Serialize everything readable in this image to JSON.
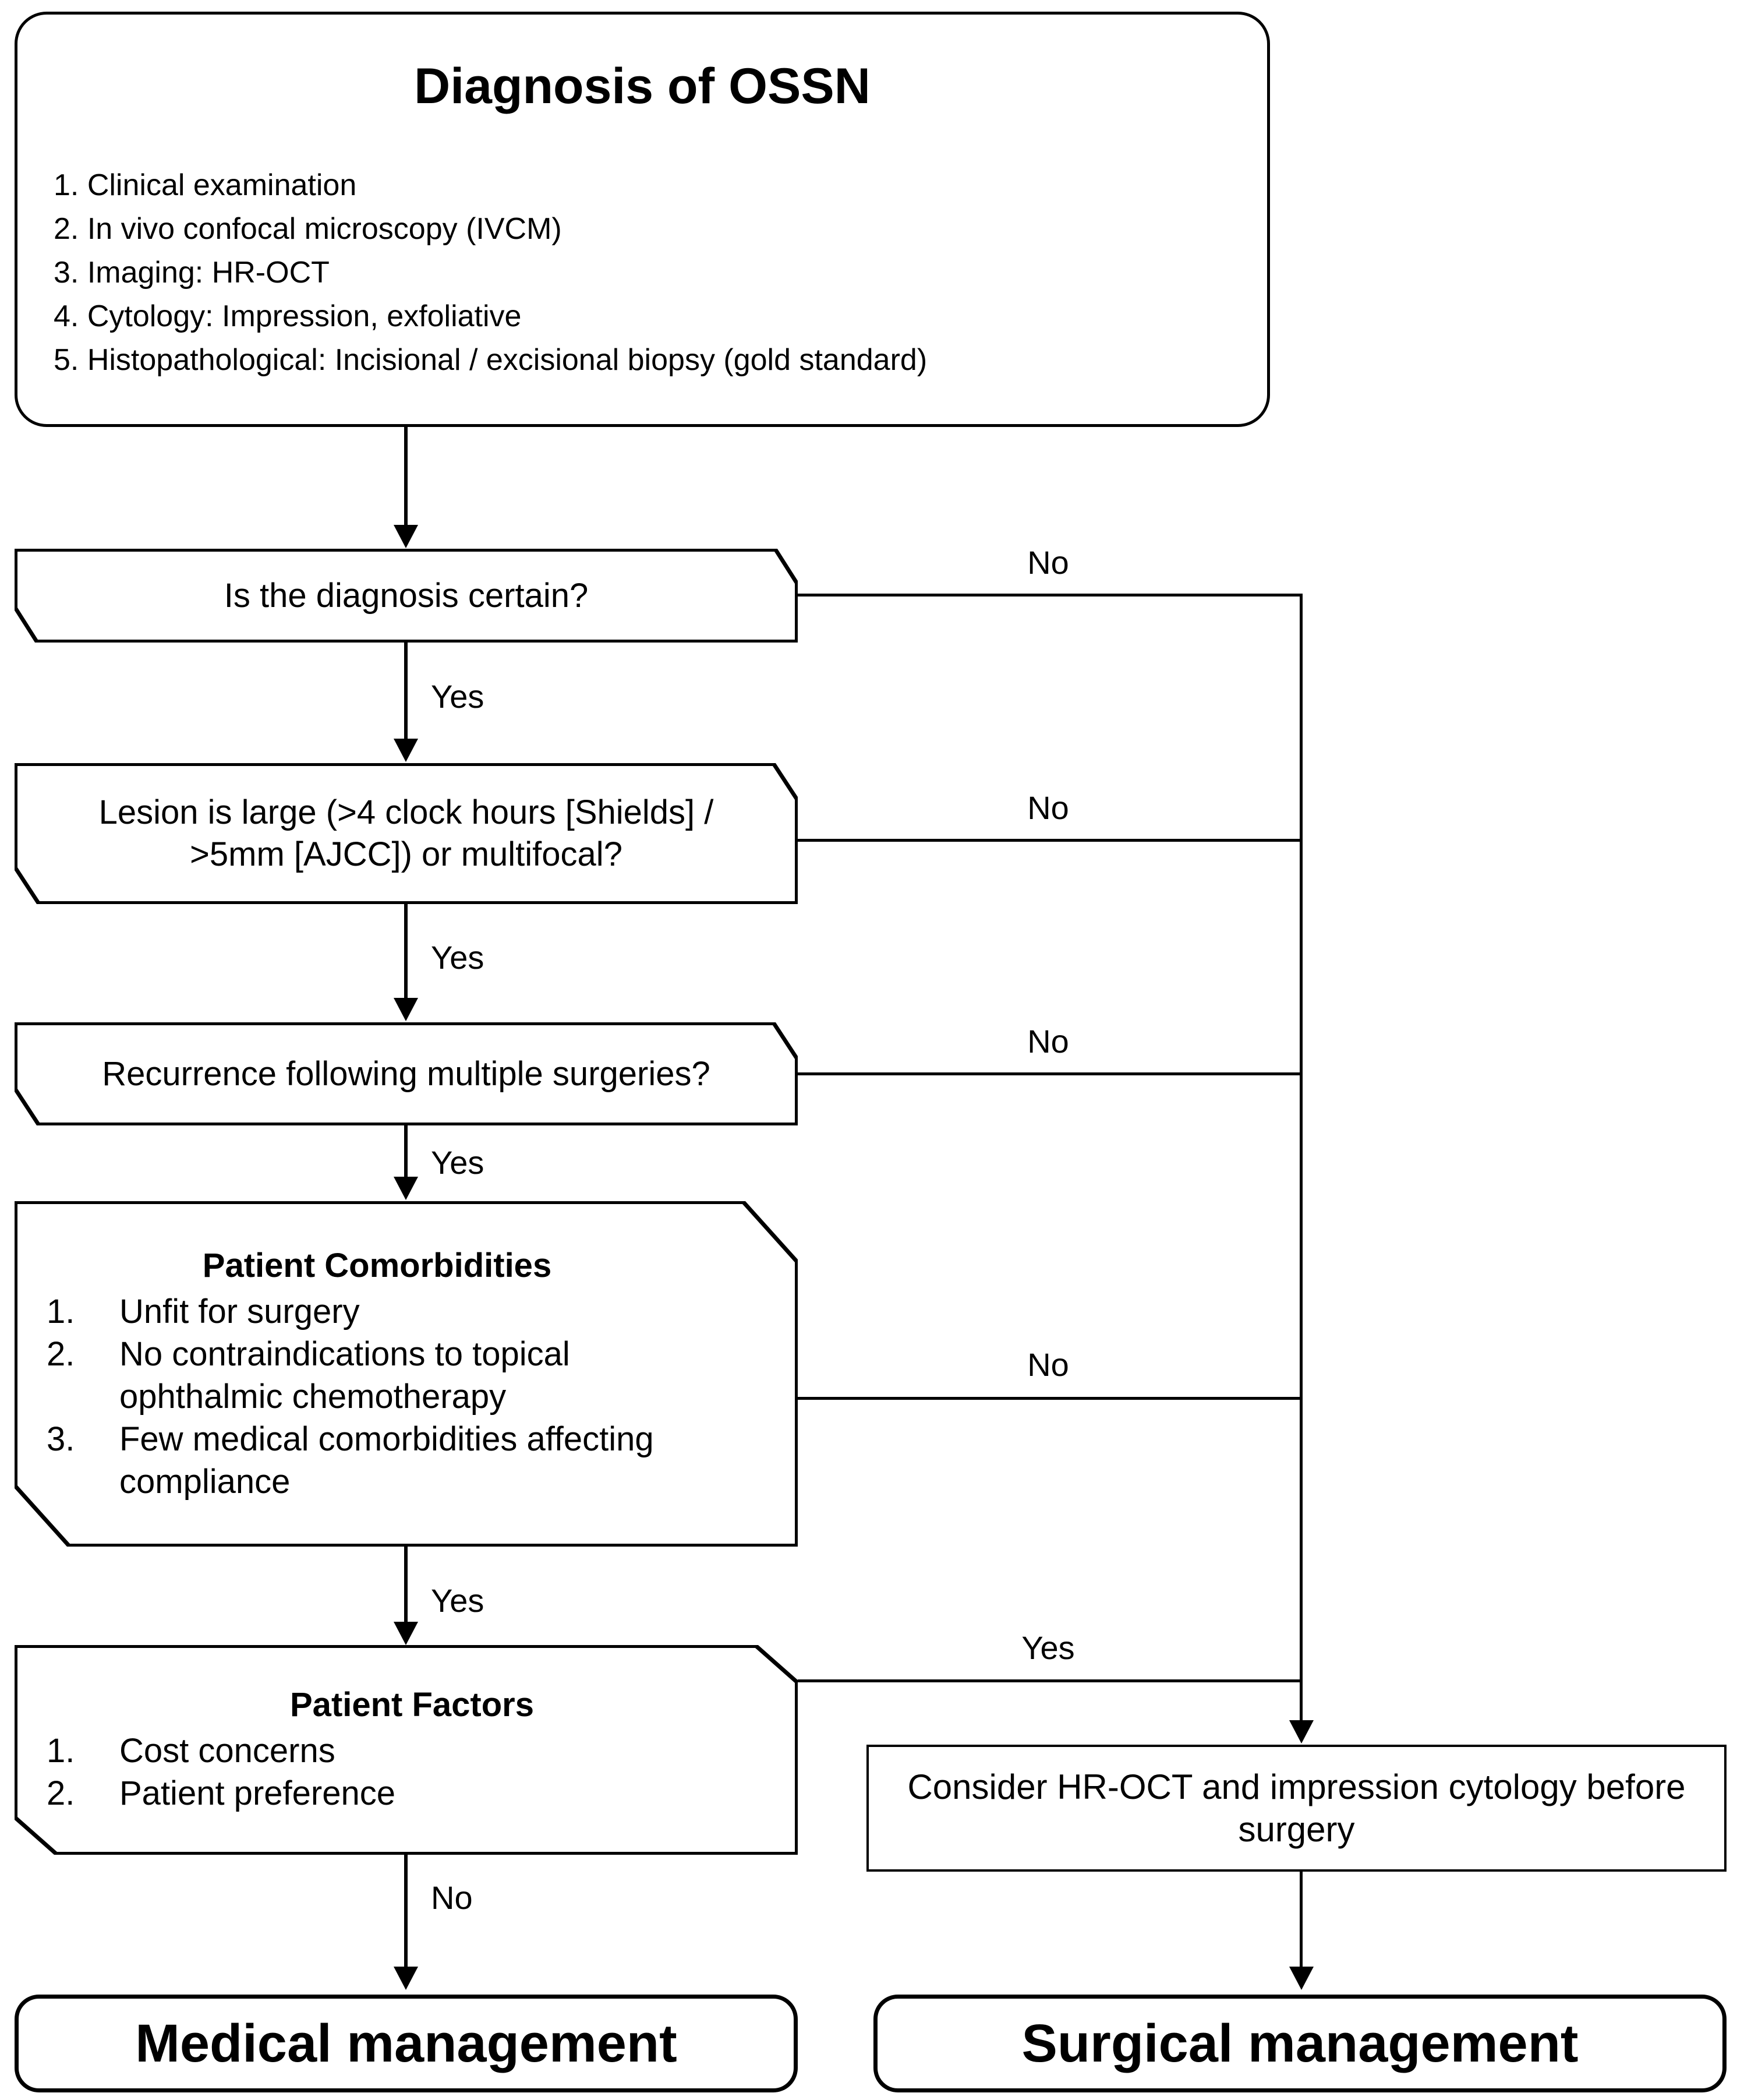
{
  "page": {
    "background": "#ffffff",
    "line_color": "#000000"
  },
  "diagnosis_box": {
    "title": "Diagnosis of OSSN",
    "items": [
      "1. Clinical examination",
      "2. In vivo confocal microscopy (IVCM)",
      "3. Imaging: HR-OCT",
      "4. Cytology: Impression, exfoliative",
      "5. Histopathological: Incisional / excisional biopsy (gold standard)"
    ]
  },
  "decision_certain": {
    "lines": [
      "Is the diagnosis certain?"
    ]
  },
  "decision_large": {
    "lines": [
      "Lesion is large (>4 clock hours [Shields] /",
      ">5mm [AJCC]) or multifocal?"
    ]
  },
  "decision_recurrence": {
    "lines": [
      "Recurrence following multiple surgeries?"
    ]
  },
  "comorbidities_box": {
    "title": "Patient Comorbidities",
    "items": [
      {
        "num": "1.",
        "lines": [
          "Unfit for surgery",
          ""
        ]
      },
      {
        "num": "2.",
        "lines": [
          "No contraindications to topical",
          "ophthalmic chemotherapy"
        ]
      },
      {
        "num": "3.",
        "lines": [
          "Few medical comorbidities affecting",
          "compliance"
        ]
      }
    ]
  },
  "factors_box": {
    "title": "Patient Factors",
    "items": [
      {
        "num": "1.",
        "lines": [
          "Cost concerns"
        ]
      },
      {
        "num": "2.",
        "lines": [
          "Patient preference"
        ]
      }
    ]
  },
  "consider_box": {
    "lines": [
      "Consider HR-OCT and impression cytology before",
      "surgery"
    ]
  },
  "terminals": {
    "medical": "Medical management",
    "surgical": "Surgical management"
  },
  "edge_labels": {
    "certain_no": "No",
    "certain_yes": "Yes",
    "large_no": "No",
    "large_yes": "Yes",
    "recurrence_no": "No",
    "recurrence_yes": "Yes",
    "comorbidities_no": "No",
    "comorbidities_yes": "Yes",
    "factors_yes": "Yes",
    "factors_no": "No"
  }
}
